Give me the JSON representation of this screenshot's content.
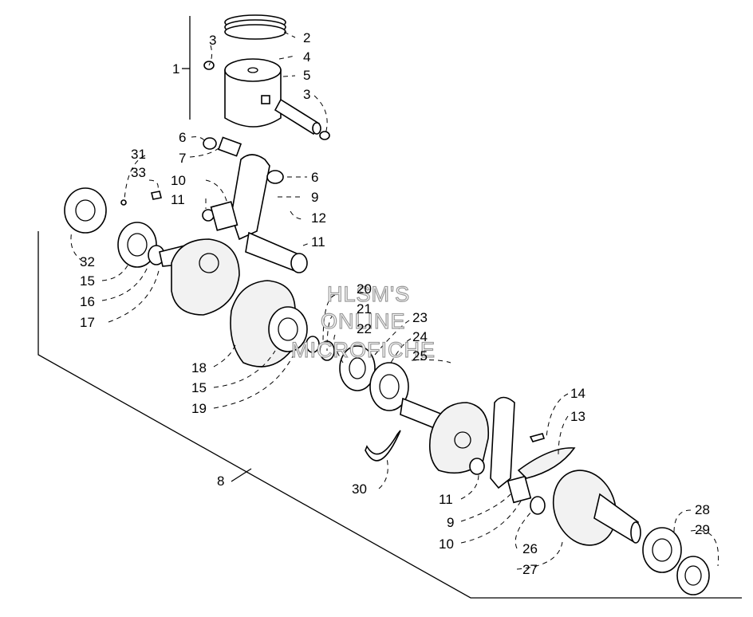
{
  "watermark": {
    "line1": "HLSM'S",
    "line2": "ONLINE",
    "line3": "MICROFICHE"
  },
  "callouts": {
    "c1": "1",
    "c2": "2",
    "c3a": "3",
    "c3b": "3",
    "c4": "4",
    "c5": "5",
    "c6a": "6",
    "c6b": "6",
    "c7": "7",
    "c8": "8",
    "c9a": "9",
    "c9b": "9",
    "c10a": "10",
    "c10b": "10",
    "c11a": "11",
    "c11b": "11",
    "c11c": "11",
    "c12": "12",
    "c13": "13",
    "c14": "14",
    "c15a": "15",
    "c15b": "15",
    "c16": "16",
    "c17": "17",
    "c18": "18",
    "c19": "19",
    "c20": "20",
    "c21": "21",
    "c22": "22",
    "c23": "23",
    "c24": "24",
    "c25": "25",
    "c26": "26",
    "c27": "27",
    "c28": "28",
    "c29": "29",
    "c30": "30",
    "c31": "31",
    "c32": "32",
    "c33": "33"
  }
}
